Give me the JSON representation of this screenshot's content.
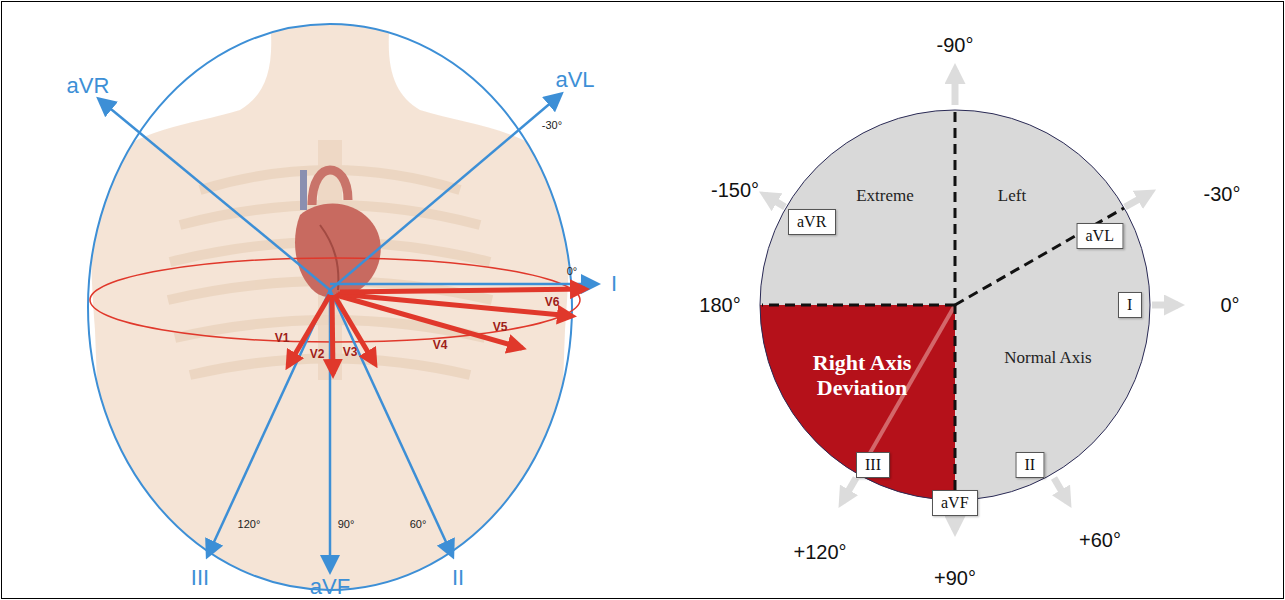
{
  "diagram": {
    "nodes": [
      {
        "text": [
          "aVR"
        ]
      },
      {
        "text": [
          "aVL"
        ]
      },
      {
        "text": [
          "I"
        ]
      },
      {
        "text": [
          "III"
        ]
      },
      {
        "text": [
          "aVF"
        ]
      },
      {
        "text": [
          "II"
        ]
      }
    ],
    "labels": [
      "aVR",
      "aVL",
      "-30°",
      "0°",
      "I",
      "V1",
      "V2",
      "V3",
      "V4",
      "V5",
      "V6",
      "120°",
      "90°",
      "60°",
      "III",
      "aVF",
      "II",
      "-90°",
      "-150°",
      "Extreme",
      "Left",
      "-30°",
      "180°",
      "Right Axis Deviation",
      "Normal Axis",
      "0°",
      "+120°",
      "+90°",
      "+60°"
    ]
  }
}
